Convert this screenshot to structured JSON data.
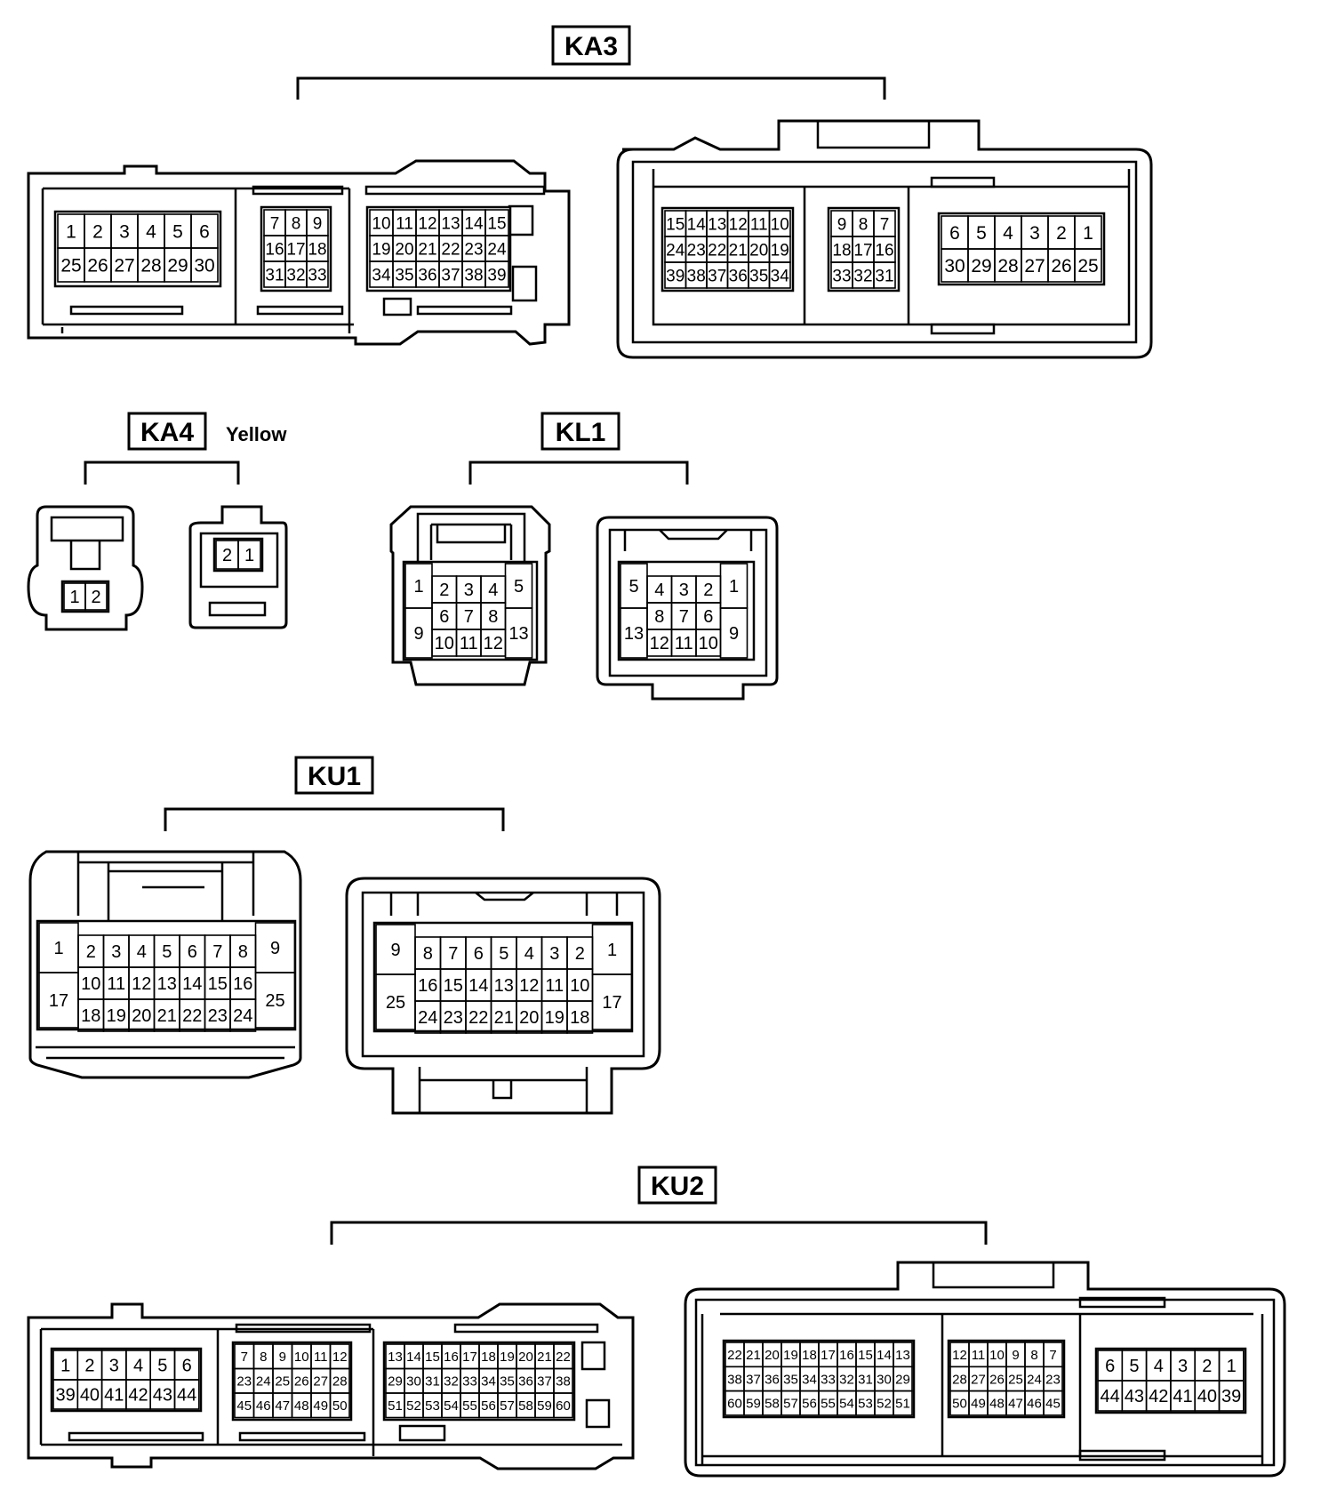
{
  "connectors": [
    {
      "id": "KA3",
      "label": "KA3",
      "note": "",
      "views": [
        {
          "groups": [
            {
              "rows": [
                [
                  "1",
                  "2",
                  "3",
                  "4",
                  "5",
                  "6"
                ],
                [
                  "25",
                  "26",
                  "27",
                  "28",
                  "29",
                  "30"
                ]
              ]
            },
            {
              "rows": [
                [
                  "7",
                  "8",
                  "9"
                ],
                [
                  "16",
                  "17",
                  "18"
                ],
                [
                  "31",
                  "32",
                  "33"
                ]
              ]
            },
            {
              "rows": [
                [
                  "10",
                  "11",
                  "12",
                  "13",
                  "14",
                  "15"
                ],
                [
                  "19",
                  "20",
                  "21",
                  "22",
                  "23",
                  "24"
                ],
                [
                  "34",
                  "35",
                  "36",
                  "37",
                  "38",
                  "39"
                ]
              ]
            }
          ]
        },
        {
          "groups": [
            {
              "rows": [
                [
                  "15",
                  "14",
                  "13",
                  "12",
                  "11",
                  "10"
                ],
                [
                  "24",
                  "23",
                  "22",
                  "21",
                  "20",
                  "19"
                ],
                [
                  "39",
                  "38",
                  "37",
                  "36",
                  "35",
                  "34"
                ]
              ]
            },
            {
              "rows": [
                [
                  "9",
                  "8",
                  "7"
                ],
                [
                  "18",
                  "17",
                  "16"
                ],
                [
                  "33",
                  "32",
                  "31"
                ]
              ]
            },
            {
              "rows": [
                [
                  "6",
                  "5",
                  "4",
                  "3",
                  "2",
                  "1"
                ],
                [
                  "30",
                  "29",
                  "28",
                  "27",
                  "26",
                  "25"
                ]
              ]
            }
          ]
        }
      ]
    },
    {
      "id": "KA4",
      "label": "KA4",
      "note": "Yellow",
      "views": [
        {
          "groups": [
            {
              "rows": [
                [
                  "1",
                  "2"
                ]
              ]
            }
          ]
        },
        {
          "groups": [
            {
              "rows": [
                [
                  "2",
                  "1"
                ]
              ]
            }
          ]
        }
      ]
    },
    {
      "id": "KL1",
      "label": "KL1",
      "note": "",
      "views": [
        {
          "groups": [
            {
              "pins": [
                "1",
                "9",
                "2",
                "3",
                "4",
                "6",
                "7",
                "8",
                "10",
                "11",
                "12",
                "5",
                "13"
              ]
            }
          ]
        },
        {
          "groups": [
            {
              "pins": [
                "5",
                "13",
                "4",
                "3",
                "2",
                "8",
                "7",
                "6",
                "12",
                "11",
                "10",
                "1",
                "9"
              ]
            }
          ]
        }
      ]
    },
    {
      "id": "KU1",
      "label": "KU1",
      "note": "",
      "views": [
        {
          "groups": [
            {
              "pins": [
                "1",
                "17",
                "2",
                "3",
                "4",
                "5",
                "6",
                "7",
                "8",
                "10",
                "11",
                "12",
                "13",
                "14",
                "15",
                "16",
                "18",
                "19",
                "20",
                "21",
                "22",
                "23",
                "24",
                "9",
                "25"
              ]
            }
          ]
        },
        {
          "groups": [
            {
              "pins": [
                "9",
                "25",
                "8",
                "7",
                "6",
                "5",
                "4",
                "3",
                "2",
                "16",
                "15",
                "14",
                "13",
                "12",
                "11",
                "10",
                "24",
                "23",
                "22",
                "21",
                "20",
                "19",
                "18",
                "1",
                "17"
              ]
            }
          ]
        }
      ]
    },
    {
      "id": "KU2",
      "label": "KU2",
      "note": "",
      "views": [
        {
          "groups": [
            {
              "rows": [
                [
                  "1",
                  "2",
                  "3",
                  "4",
                  "5",
                  "6"
                ],
                [
                  "39",
                  "40",
                  "41",
                  "42",
                  "43",
                  "44"
                ]
              ]
            },
            {
              "rows": [
                [
                  "7",
                  "8",
                  "9",
                  "10",
                  "11",
                  "12"
                ],
                [
                  "23",
                  "24",
                  "25",
                  "26",
                  "27",
                  "28"
                ],
                [
                  "45",
                  "46",
                  "47",
                  "48",
                  "49",
                  "50"
                ]
              ]
            },
            {
              "rows": [
                [
                  "13",
                  "14",
                  "15",
                  "16",
                  "17",
                  "18",
                  "19",
                  "20",
                  "21",
                  "22"
                ],
                [
                  "29",
                  "30",
                  "31",
                  "32",
                  "33",
                  "34",
                  "35",
                  "36",
                  "37",
                  "38"
                ],
                [
                  "51",
                  "52",
                  "53",
                  "54",
                  "55",
                  "56",
                  "57",
                  "58",
                  "59",
                  "60"
                ]
              ]
            }
          ]
        },
        {
          "groups": [
            {
              "rows": [
                [
                  "22",
                  "21",
                  "20",
                  "19",
                  "18",
                  "17",
                  "16",
                  "15",
                  "14",
                  "13"
                ],
                [
                  "38",
                  "37",
                  "36",
                  "35",
                  "34",
                  "33",
                  "32",
                  "31",
                  "30",
                  "29"
                ],
                [
                  "60",
                  "59",
                  "58",
                  "57",
                  "56",
                  "55",
                  "54",
                  "53",
                  "52",
                  "51"
                ]
              ]
            },
            {
              "rows": [
                [
                  "12",
                  "11",
                  "10",
                  "9",
                  "8",
                  "7"
                ],
                [
                  "28",
                  "27",
                  "26",
                  "25",
                  "24",
                  "23"
                ],
                [
                  "50",
                  "49",
                  "48",
                  "47",
                  "46",
                  "45"
                ]
              ]
            },
            {
              "rows": [
                [
                  "6",
                  "5",
                  "4",
                  "3",
                  "2",
                  "1"
                ],
                [
                  "44",
                  "43",
                  "42",
                  "41",
                  "40",
                  "39"
                ]
              ]
            }
          ]
        }
      ]
    }
  ]
}
